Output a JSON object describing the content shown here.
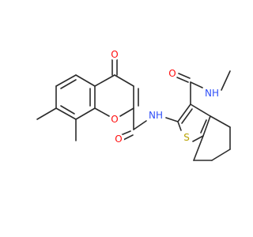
{
  "molecule": {
    "atoms": {
      "O_ketone": "O",
      "O_ring": "O",
      "O_amide1": "O",
      "NH_amide1": "NH",
      "S_ring": "S",
      "O_amide2": "O",
      "NH_methylamide": "NH"
    }
  },
  "colors": {
    "bond": "#2b2b2b",
    "oxygen": "#ff0d0d",
    "nitrogen": "#3050f8",
    "sulfur": "#b8a200"
  }
}
